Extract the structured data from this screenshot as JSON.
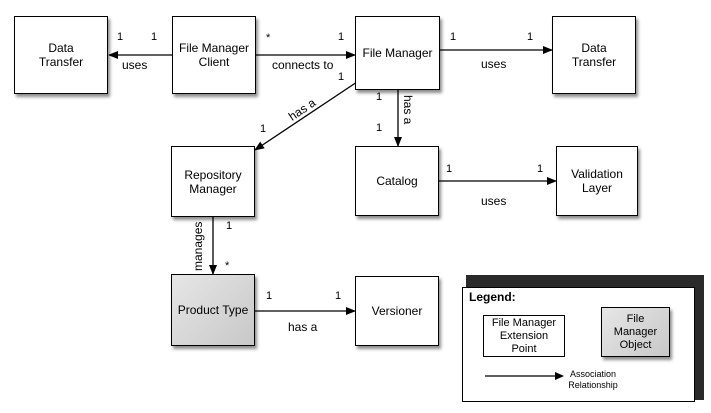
{
  "nodes": {
    "data_transfer_left": "Data\nTransfer",
    "fm_client": "File Manager\nClient",
    "file_manager": "File Manager",
    "data_transfer_right": "Data\nTransfer",
    "repository_manager": "Repository\nManager",
    "catalog": "Catalog",
    "validation_layer": "Validation\nLayer",
    "product_type": "Product Type",
    "versioner": "Versioner"
  },
  "edges": {
    "client_to_dt": {
      "label": "uses",
      "m_source": "1",
      "m_target": "1"
    },
    "client_to_fm": {
      "label": "connects to",
      "m_source": "*",
      "m_target": "1"
    },
    "fm_to_dt": {
      "label": "uses",
      "m_source": "1",
      "m_target": "1"
    },
    "fm_to_repo": {
      "label": "has a",
      "m_source": "1",
      "m_target": "1"
    },
    "fm_to_catalog": {
      "label": "has a",
      "m_source": "1",
      "m_target": "1"
    },
    "catalog_to_validation": {
      "label": "uses",
      "m_source": "1",
      "m_target": "1"
    },
    "repo_to_product": {
      "label": "manages",
      "m_source": "1",
      "m_target": "*"
    },
    "product_to_versioner": {
      "label": "has a",
      "m_source": "1",
      "m_target": "1"
    }
  },
  "legend": {
    "title": "Legend:",
    "extension_point": "File Manager\nExtension\nPoint",
    "object": "File\nManager\nObject",
    "association": "Association\nRelationship"
  }
}
